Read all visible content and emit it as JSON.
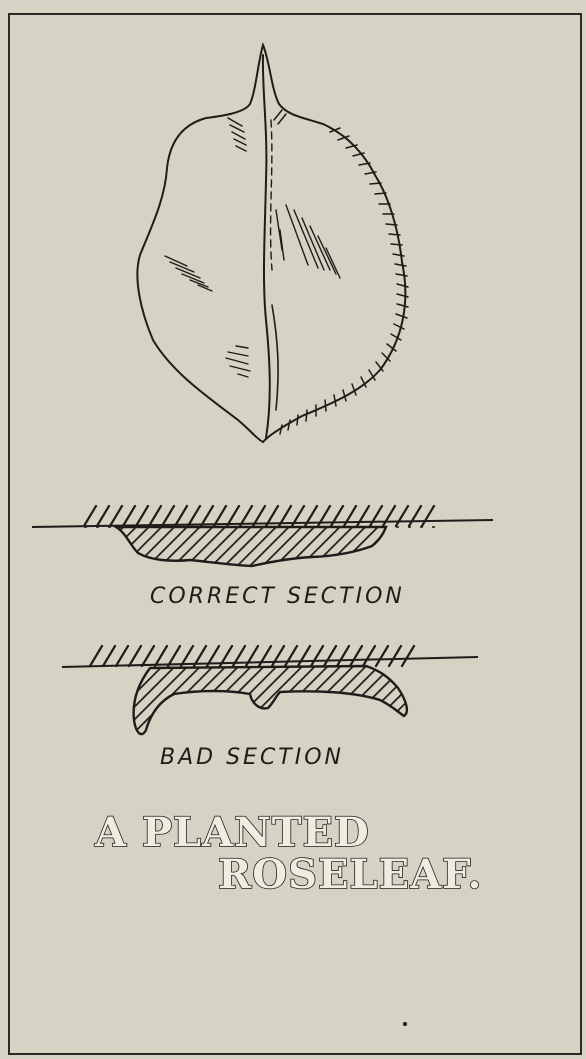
{
  "labels": {
    "correct_section": "CORRECT SECTION",
    "bad_section": "BAD SECTION"
  },
  "title": {
    "line1": "A PLANTED",
    "line2": "ROSELEAF."
  },
  "colors": {
    "paper": "#d6d3c4",
    "ink": "#1e1d1a",
    "title_fill": "#efece1"
  }
}
